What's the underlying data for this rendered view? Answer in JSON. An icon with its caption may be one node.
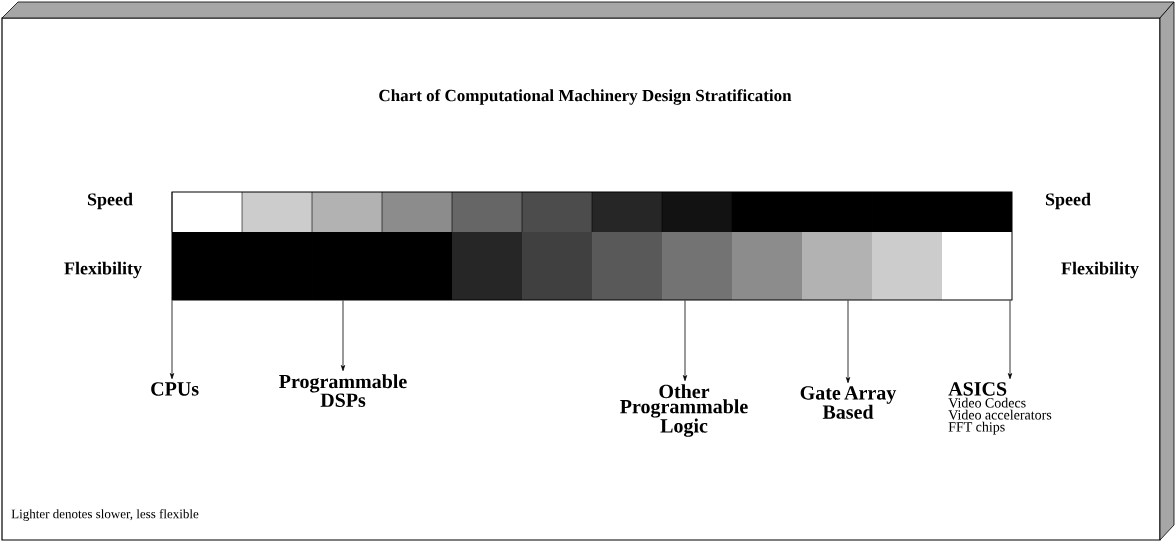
{
  "diagram": {
    "title": "Chart of Computational Machinery Design Stratification",
    "nodes": [
      {
        "text": [],
        "shape": "bar"
      },
      {
        "text": [
          "CPUs"
        ]
      },
      {
        "text": [
          "Programmable DSPs"
        ]
      },
      {
        "text": [
          "Other Programmable Logic"
        ]
      },
      {
        "text": [
          "Gate Array Based"
        ]
      },
      {
        "text": [
          "ASICS",
          "Video Codecs",
          "Video accelerators",
          "FFT chips"
        ]
      }
    ],
    "edges": [
      {
        "from": 0,
        "to": 1,
        "arrow": "to"
      },
      {
        "from": 0,
        "to": 2,
        "arrow": "to"
      },
      {
        "from": 0,
        "to": 3,
        "arrow": "to"
      },
      {
        "from": 0,
        "to": 4,
        "arrow": "to"
      },
      {
        "from": 0,
        "to": 5,
        "arrow": "to"
      }
    ],
    "labels": [
      "Speed",
      "Speed",
      "Flexibility",
      "Flexibility",
      "Lighter denotes slower, less flexible"
    ]
  }
}
